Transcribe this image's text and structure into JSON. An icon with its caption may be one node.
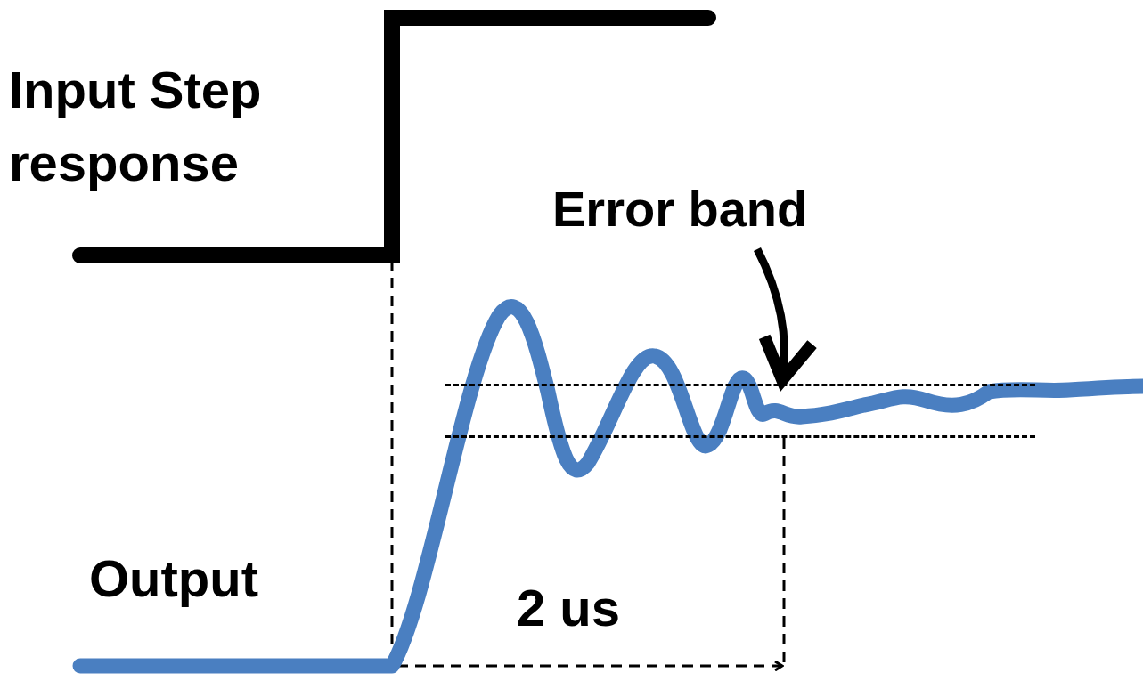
{
  "diagram": {
    "nodes": [
      {
        "text": [
          "Error band"
        ]
      },
      {
        "text": [],
        "shape": "box"
      }
    ],
    "edges": [
      {
        "from": 0,
        "to": 1,
        "arrow": "to"
      }
    ],
    "labels": [
      "Input Step response",
      "Output",
      "2 us"
    ]
  }
}
